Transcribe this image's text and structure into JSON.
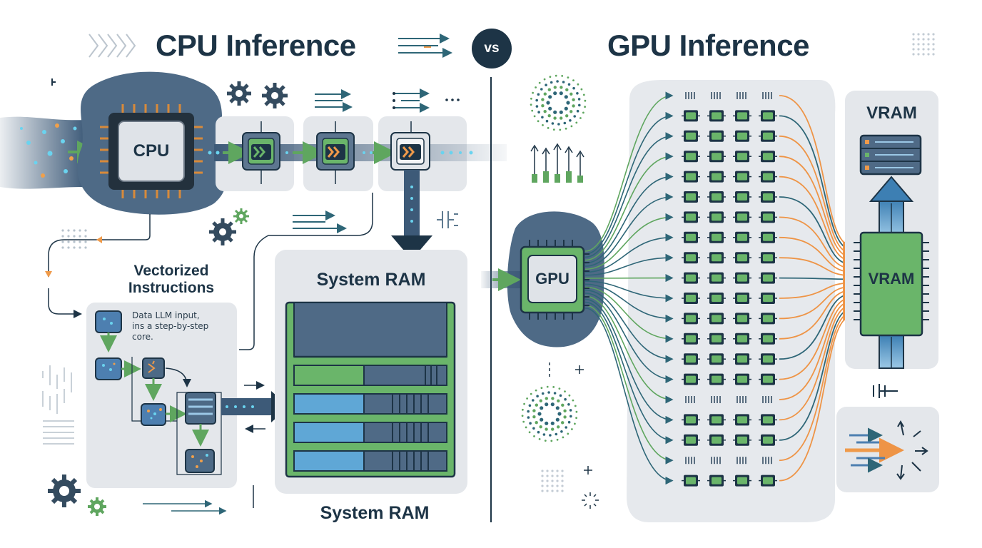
{
  "header": {
    "cpu_title": "CPU Inference",
    "vs_label": "vs",
    "gpu_title": "GPU Inference"
  },
  "cpu_side": {
    "cpu_chip_label": "CPU",
    "vectorized_label": "Vectorized\nInstructions",
    "note_text": "Data LLM input,\nins a step-by-step\ncore.",
    "ram_box_label": "System RAM",
    "ram_caption": "System RAM"
  },
  "gpu_side": {
    "gpu_chip_label": "GPU",
    "vram_header": "VRAM",
    "vram_chip_label": "VRAM"
  },
  "colors": {
    "navy": "#1d3446",
    "teal": "#2f6f73",
    "green": "#6ab56a",
    "orange": "#ef9a4a",
    "blue": "#6aaed8",
    "slate": "#4d6a85",
    "panel": "#e6e9ed"
  }
}
